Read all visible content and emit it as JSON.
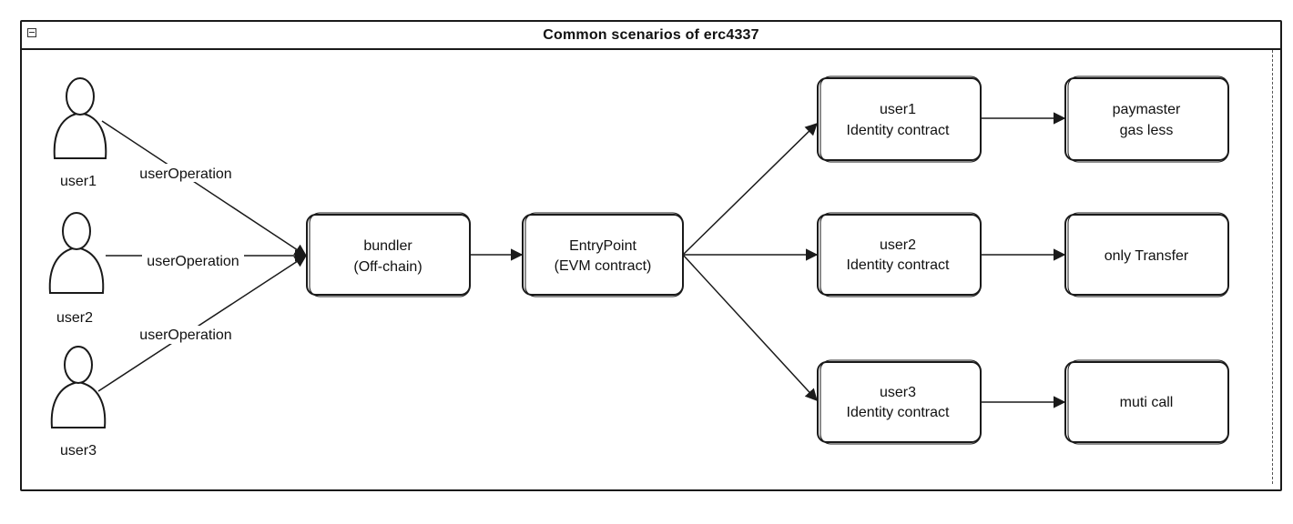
{
  "frame": {
    "title": "Common scenarios of erc4337"
  },
  "actors": [
    {
      "label": "user1"
    },
    {
      "label": "user2"
    },
    {
      "label": "user3"
    }
  ],
  "edge_labels": {
    "user1": "userOperation",
    "user2": "userOperation",
    "user3": "userOperation"
  },
  "nodes": {
    "bundler": {
      "line1": "bundler",
      "line2": "(Off-chain)"
    },
    "entrypoint": {
      "line1": "EntryPoint",
      "line2": "(EVM contract)"
    },
    "identity1": {
      "line1": "user1",
      "line2": "Identity contract"
    },
    "identity2": {
      "line1": "user2",
      "line2": "Identity contract"
    },
    "identity3": {
      "line1": "user3",
      "line2": "Identity contract"
    },
    "paymaster": {
      "line1": "paymaster",
      "line2": "gas less"
    },
    "transfer": {
      "line1": "only Transfer"
    },
    "multicall": {
      "line1": "muti call"
    }
  }
}
